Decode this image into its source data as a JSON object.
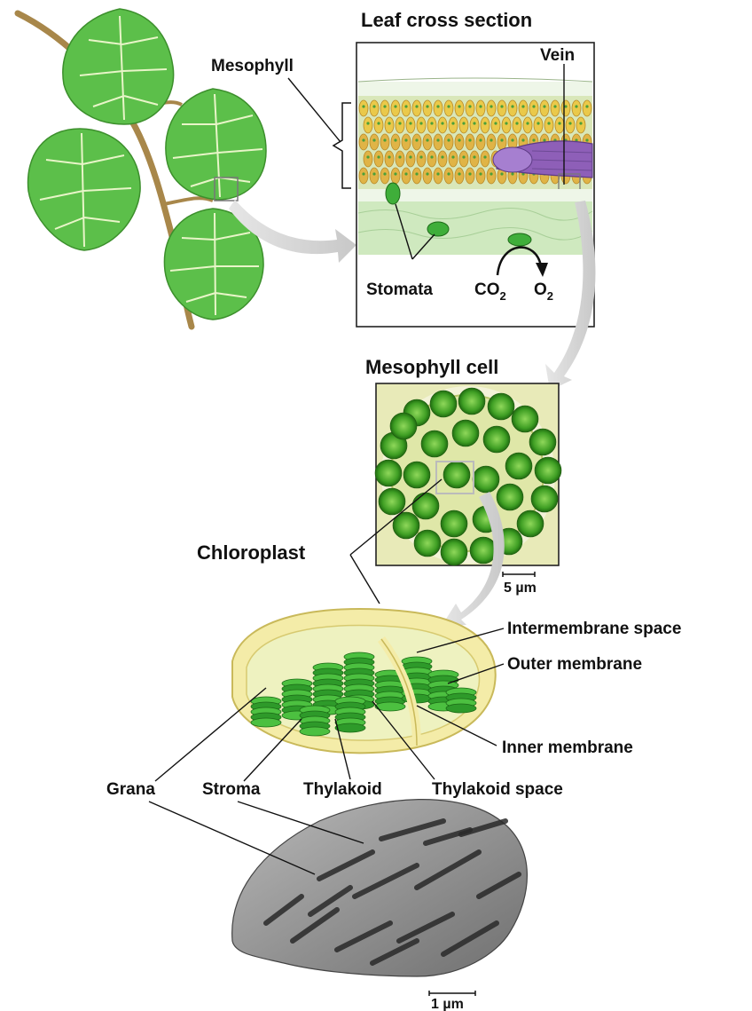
{
  "labels": {
    "leaf_cross_section": "Leaf cross section",
    "mesophyll": "Mesophyll",
    "vein": "Vein",
    "stomata": "Stomata",
    "co2": "CO",
    "co2_sub": "2",
    "o2": "O",
    "o2_sub": "2",
    "mesophyll_cell": "Mesophyll cell",
    "chloroplast": "Chloroplast",
    "scale_5um": "5 µm",
    "intermembrane_space": "Intermembrane space",
    "outer_membrane": "Outer membrane",
    "inner_membrane": "Inner membrane",
    "grana": "Grana",
    "stroma": "Stroma",
    "thylakoid": "Thylakoid",
    "thylakoid_space": "Thylakoid space",
    "scale_1um": "1 µm"
  },
  "colors": {
    "leaf_green": "#5cbf4a",
    "leaf_vein": "#e8f5c8",
    "stem_brown": "#a8874a",
    "mesophyll_yellow": "#e9c64a",
    "vein_purple": "#8e5fb8",
    "cell_green": "#3f9f24",
    "chloroplast_yellow": "#f4eca8",
    "grana_green": "#2e9a2a",
    "arrow_grey": "#cfcfcf"
  }
}
